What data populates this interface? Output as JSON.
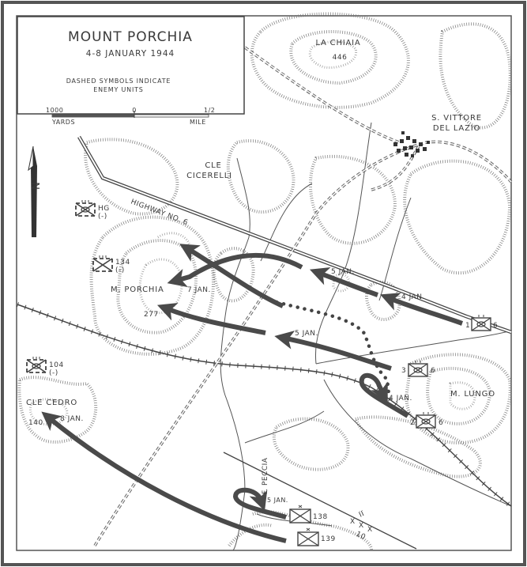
{
  "title": "MOUNT PORCHIA",
  "subtitle": "4-8 JANUARY 1944",
  "note_line1": "DASHED SYMBOLS INDICATE",
  "note_line2": "ENEMY UNITS",
  "scale": {
    "left": "1000",
    "mid": "0",
    "right": "1/2",
    "left_unit": "YARDS",
    "right_unit": "MILE"
  },
  "north_label": "N",
  "places": {
    "la_chiaia": "LA CHIAIA",
    "la_chiaia_elev": "446",
    "s_vittore_1": "S. VITTORE",
    "s_vittore_2": "DEL LAZIO",
    "cicerelli_1": "CLE",
    "cicerelli_2": "CICERELLI",
    "highway": "HIGHWAY NO. 6",
    "m_porchia": "M. PORCHIA",
    "porchia_elev": "277",
    "m_lungo": "M. LUNGO",
    "cle_cedro": "CLE CEDRO",
    "cedro_elev": "140",
    "f_peccia": "F. PECCIA"
  },
  "dates": {
    "a": "4 JAN.",
    "b": "5 JAN.",
    "c": "7 JAN.",
    "d": "5 JAN.",
    "e": "4 JAN.",
    "f": "8 JAN.",
    "g": "5 JAN."
  },
  "enemy_units": [
    {
      "id": "HG",
      "size": "(-)"
    },
    {
      "id": "134",
      "size": "(-)"
    },
    {
      "id": "104",
      "size": "(-)"
    }
  ],
  "friendly_units": [
    {
      "co": "1",
      "reg": "6"
    },
    {
      "co": "3",
      "reg": "6"
    },
    {
      "co": "2",
      "reg": "6"
    },
    {
      "reg": "138"
    },
    {
      "reg": "139"
    }
  ],
  "boundary": {
    "upper": "II",
    "lower": "10",
    "mark": "X"
  }
}
